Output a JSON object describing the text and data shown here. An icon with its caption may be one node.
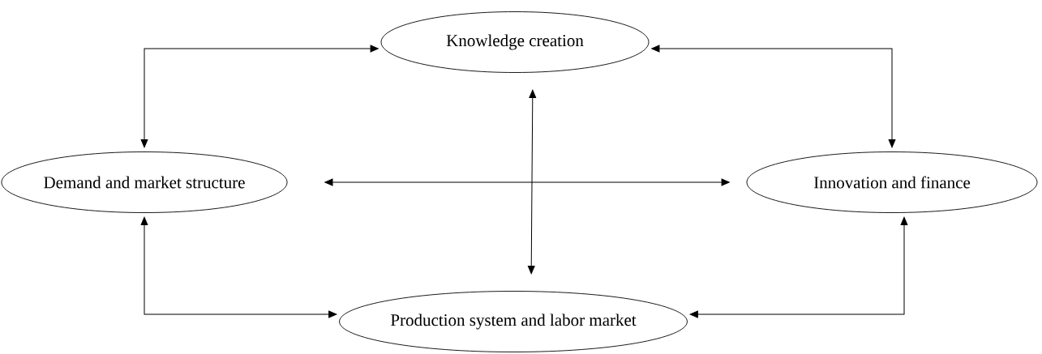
{
  "diagram": {
    "nodes": [
      {
        "text": [
          "Knowledge creation"
        ]
      },
      {
        "text": [
          "Demand and market structure"
        ]
      },
      {
        "text": [
          "Innovation and finance"
        ]
      },
      {
        "text": [
          "Production system and labor market"
        ]
      }
    ],
    "edges": [
      {
        "from": 1,
        "to": 0,
        "arrow": "both"
      },
      {
        "from": 0,
        "to": 2,
        "arrow": "both"
      },
      {
        "from": 0,
        "to": 3,
        "arrow": "both"
      },
      {
        "from": 1,
        "to": 2,
        "arrow": "both"
      },
      {
        "from": 1,
        "to": 3,
        "arrow": "both"
      },
      {
        "from": 3,
        "to": 2,
        "arrow": "both"
      }
    ]
  }
}
